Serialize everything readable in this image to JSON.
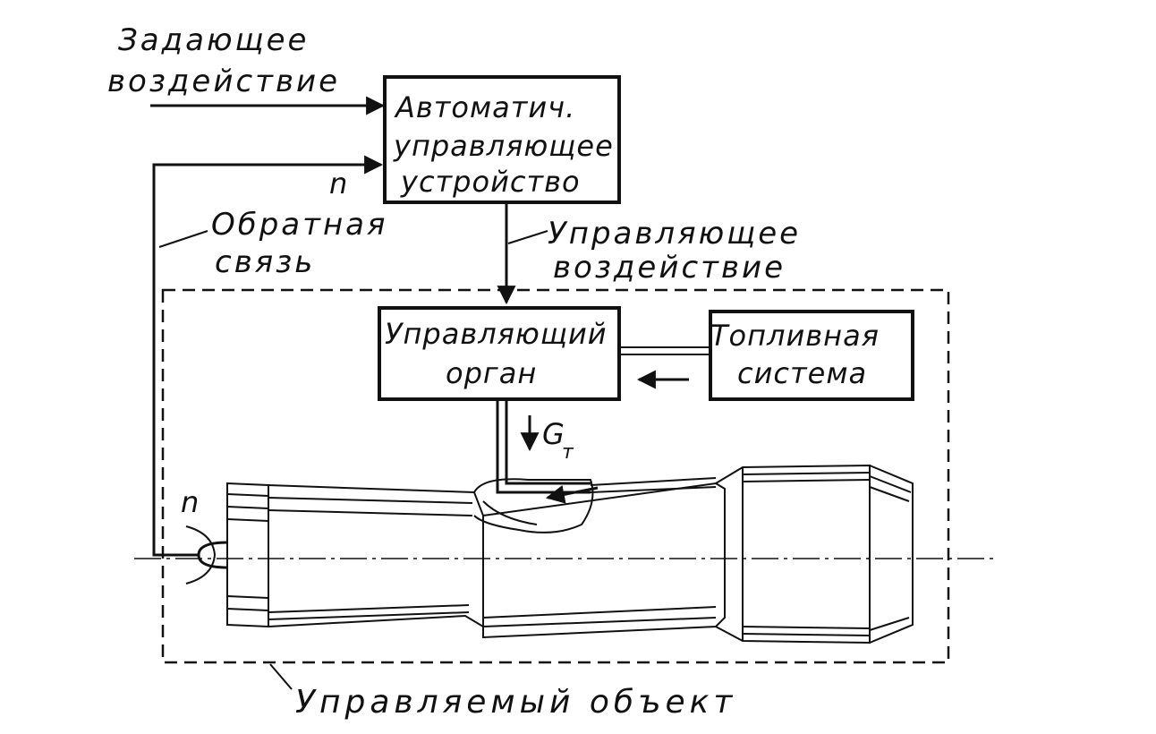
{
  "labels": {
    "reference_input_line1": "Задающее",
    "reference_input_line2": "воздействие",
    "controller_line1": "Автоматич.",
    "controller_line2": "управляющее",
    "controller_line3": "устройство",
    "feedback_signal_top": "n",
    "feedback_line1": "Обратная",
    "feedback_line2": "связь",
    "control_action_line1": "Управляющее",
    "control_action_line2": "воздействие",
    "actuator_line1": "Управляющий",
    "actuator_line2": "орган",
    "fuel_system_line1": "Топливная",
    "fuel_system_line2": "система",
    "fuel_flow_symbol": "G",
    "fuel_flow_subscript": "т",
    "speed_sensor_label": "n",
    "controlled_object": "Управляемый объект"
  }
}
